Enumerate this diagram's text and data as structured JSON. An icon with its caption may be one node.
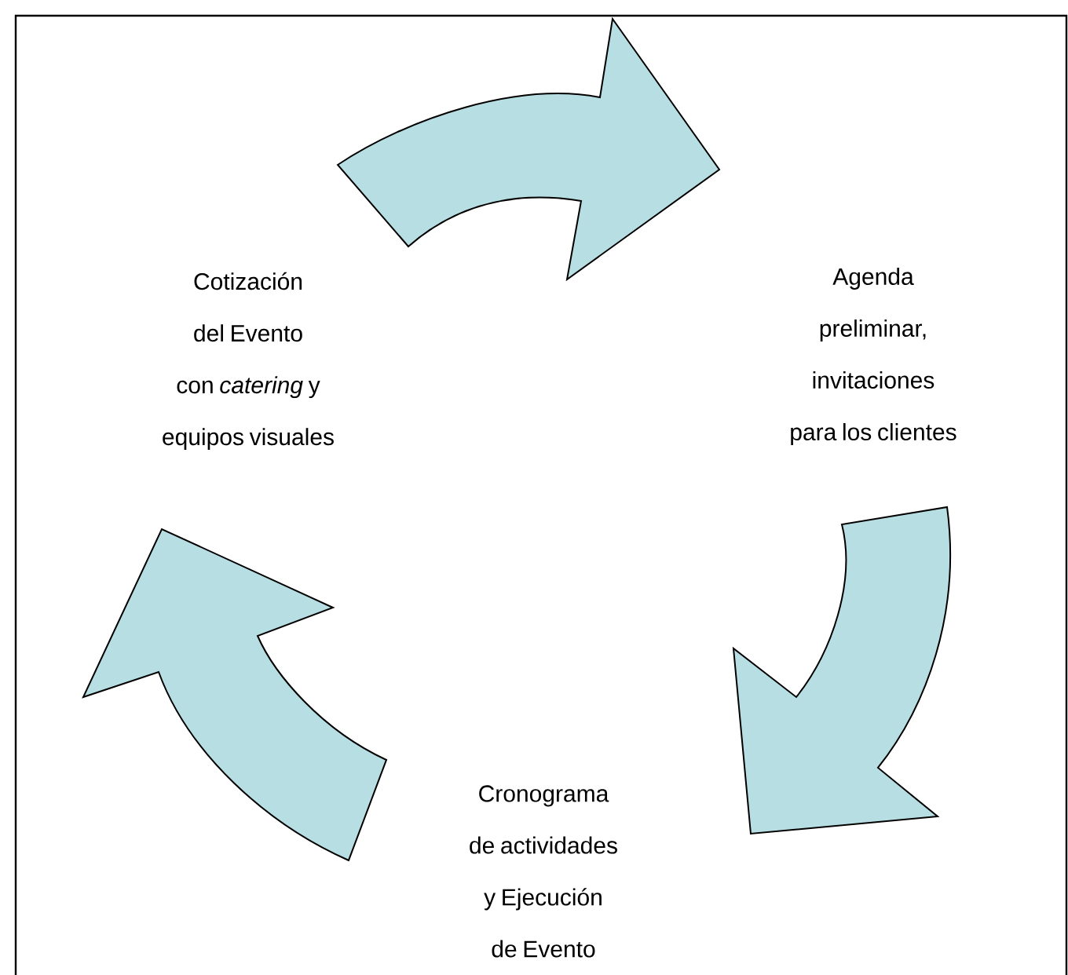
{
  "diagram": {
    "nodes": [
      {
        "text": [
          "Cotización del Evento con *catering* y equipos visuales"
        ]
      },
      {
        "text": [
          "Agenda preliminar, invitaciones para los clientes"
        ]
      },
      {
        "text": [
          "Cronograma de actividades y Ejecución de Evento"
        ]
      }
    ],
    "edges": [
      {
        "from": 0,
        "to": 1,
        "arrow": "to"
      },
      {
        "from": 1,
        "to": 2,
        "arrow": "to"
      },
      {
        "from": 2,
        "to": 0,
        "arrow": "to"
      }
    ]
  }
}
